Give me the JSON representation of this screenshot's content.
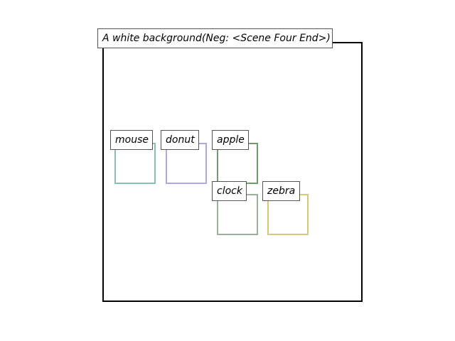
{
  "caption": "A white background(Neg: <Scene Four End>)",
  "objects": [
    {
      "label": "mouse",
      "color": "#86c2aa"
    },
    {
      "label": "donut",
      "color": "#b3a6e2"
    },
    {
      "label": "apple",
      "color": "#6f9d6f"
    },
    {
      "label": "clock",
      "color": "#97b297"
    },
    {
      "label": "zebra",
      "color": "#d8c97a"
    }
  ]
}
